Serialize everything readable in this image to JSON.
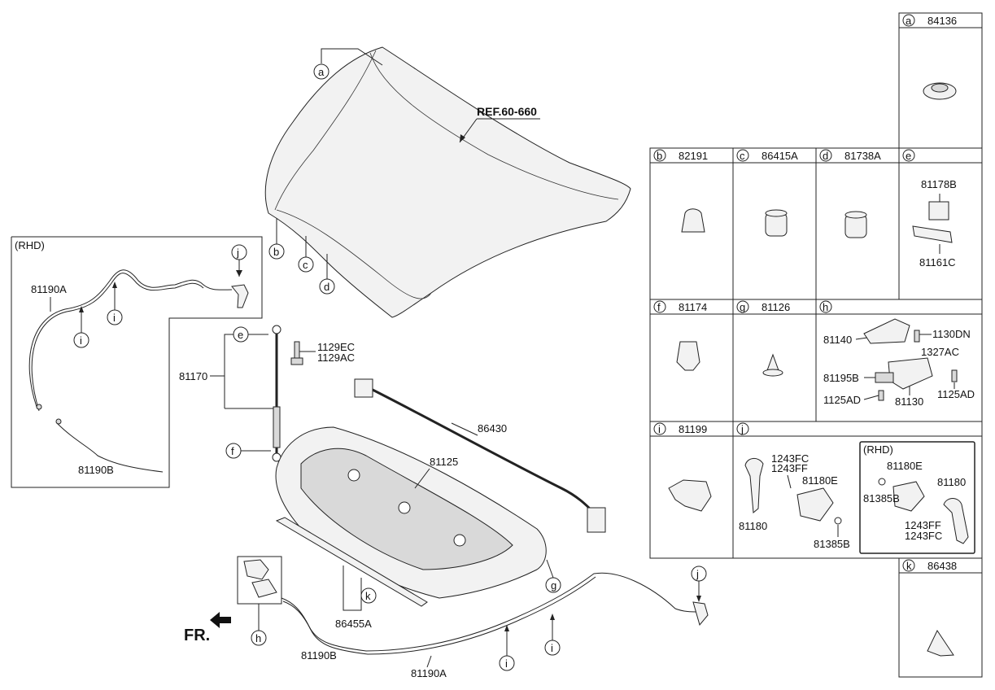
{
  "reference": "REF.60-660",
  "front_label": "FR.",
  "main_parts": {
    "p81170": "81170",
    "p1129EC": "1129EC",
    "p1129AC": "1129AC",
    "p86430": "86430",
    "p81125": "81125",
    "p86455A": "86455A",
    "p81190B": "81190B",
    "p81190A": "81190A"
  },
  "rhd_inset": {
    "title": "(RHD)",
    "p81190A": "81190A",
    "p81190B": "81190B"
  },
  "callouts": {
    "a": "a",
    "b": "b",
    "c": "c",
    "d": "d",
    "e": "e",
    "f": "f",
    "g": "g",
    "h": "h",
    "i": "i",
    "j": "j",
    "k": "k"
  },
  "panel": {
    "a": {
      "letter": "a",
      "part": "84136"
    },
    "b": {
      "letter": "b",
      "part": "82191"
    },
    "c": {
      "letter": "c",
      "part": "86415A"
    },
    "d": {
      "letter": "d",
      "part": "81738A"
    },
    "e": {
      "letter": "e",
      "p1": "81178B",
      "p2": "81161C"
    },
    "f": {
      "letter": "f",
      "part": "81174"
    },
    "g": {
      "letter": "g",
      "part": "81126"
    },
    "h": {
      "letter": "h",
      "p81140": "81140",
      "p1130DN": "1130DN",
      "p1327AC": "1327AC",
      "p81195B": "81195B",
      "p1125AD_left": "1125AD",
      "p81130": "81130",
      "p1125AD_right": "1125AD"
    },
    "i": {
      "letter": "i",
      "part": "81199"
    },
    "j": {
      "letter": "j",
      "p1243FC": "1243FC",
      "p1243FF": "1243FF",
      "p81180E": "81180E",
      "p81180": "81180",
      "p81385B": "81385B",
      "rhd": {
        "title": "(RHD)",
        "p81180E": "81180E",
        "p81180": "81180",
        "p81385B": "81385B",
        "p1243FF": "1243FF",
        "p1243FC": "1243FC"
      }
    },
    "k": {
      "letter": "k",
      "part": "86438"
    }
  }
}
